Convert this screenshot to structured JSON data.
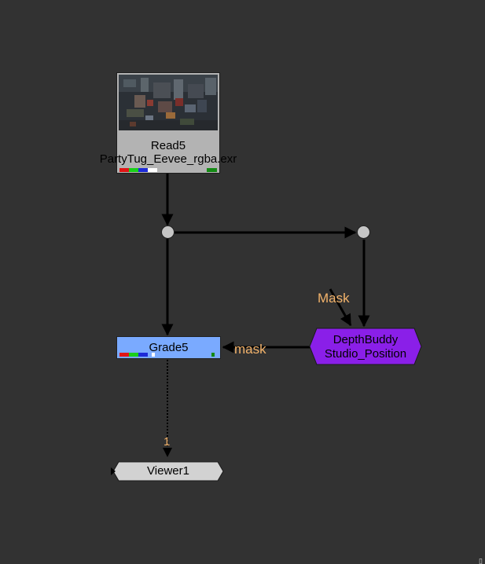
{
  "nodes": {
    "read": {
      "name": "Read5",
      "file": "PartyTug_Eevee_rgba.exr"
    },
    "grade": {
      "name": "Grade5"
    },
    "depthbuddy": {
      "line1": "DepthBuddy",
      "line2": "Studio_Position"
    },
    "viewer": {
      "name": "Viewer1"
    }
  },
  "edge_labels": {
    "mask_input": "Mask",
    "mask_output": "mask",
    "viewer_input": "1"
  },
  "colors": {
    "background": "#323232",
    "read_node": "#b3b3b3",
    "grade_node": "#7aaaff",
    "depthbuddy_node": "#8a1fe8",
    "viewer_node": "#d2d2d2",
    "edge": "#000000",
    "edge_label": "#f3b36b"
  },
  "icons": {
    "dot_1": "dot-node",
    "dot_2": "dot-node",
    "corner": "corner-glyph"
  }
}
